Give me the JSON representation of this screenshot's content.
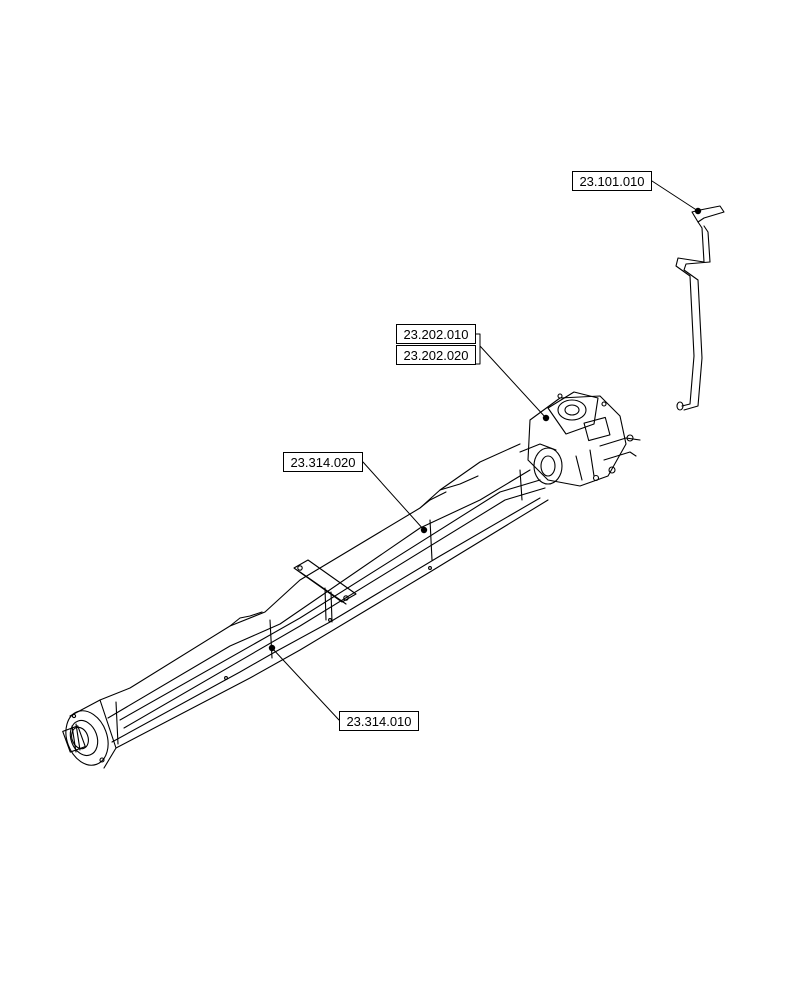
{
  "callouts": {
    "c101": "23.101.010",
    "c202_010": "23.202.010",
    "c202_020": "23.202.020",
    "c314_020": "23.314.020",
    "c314_010": "23.314.010"
  }
}
